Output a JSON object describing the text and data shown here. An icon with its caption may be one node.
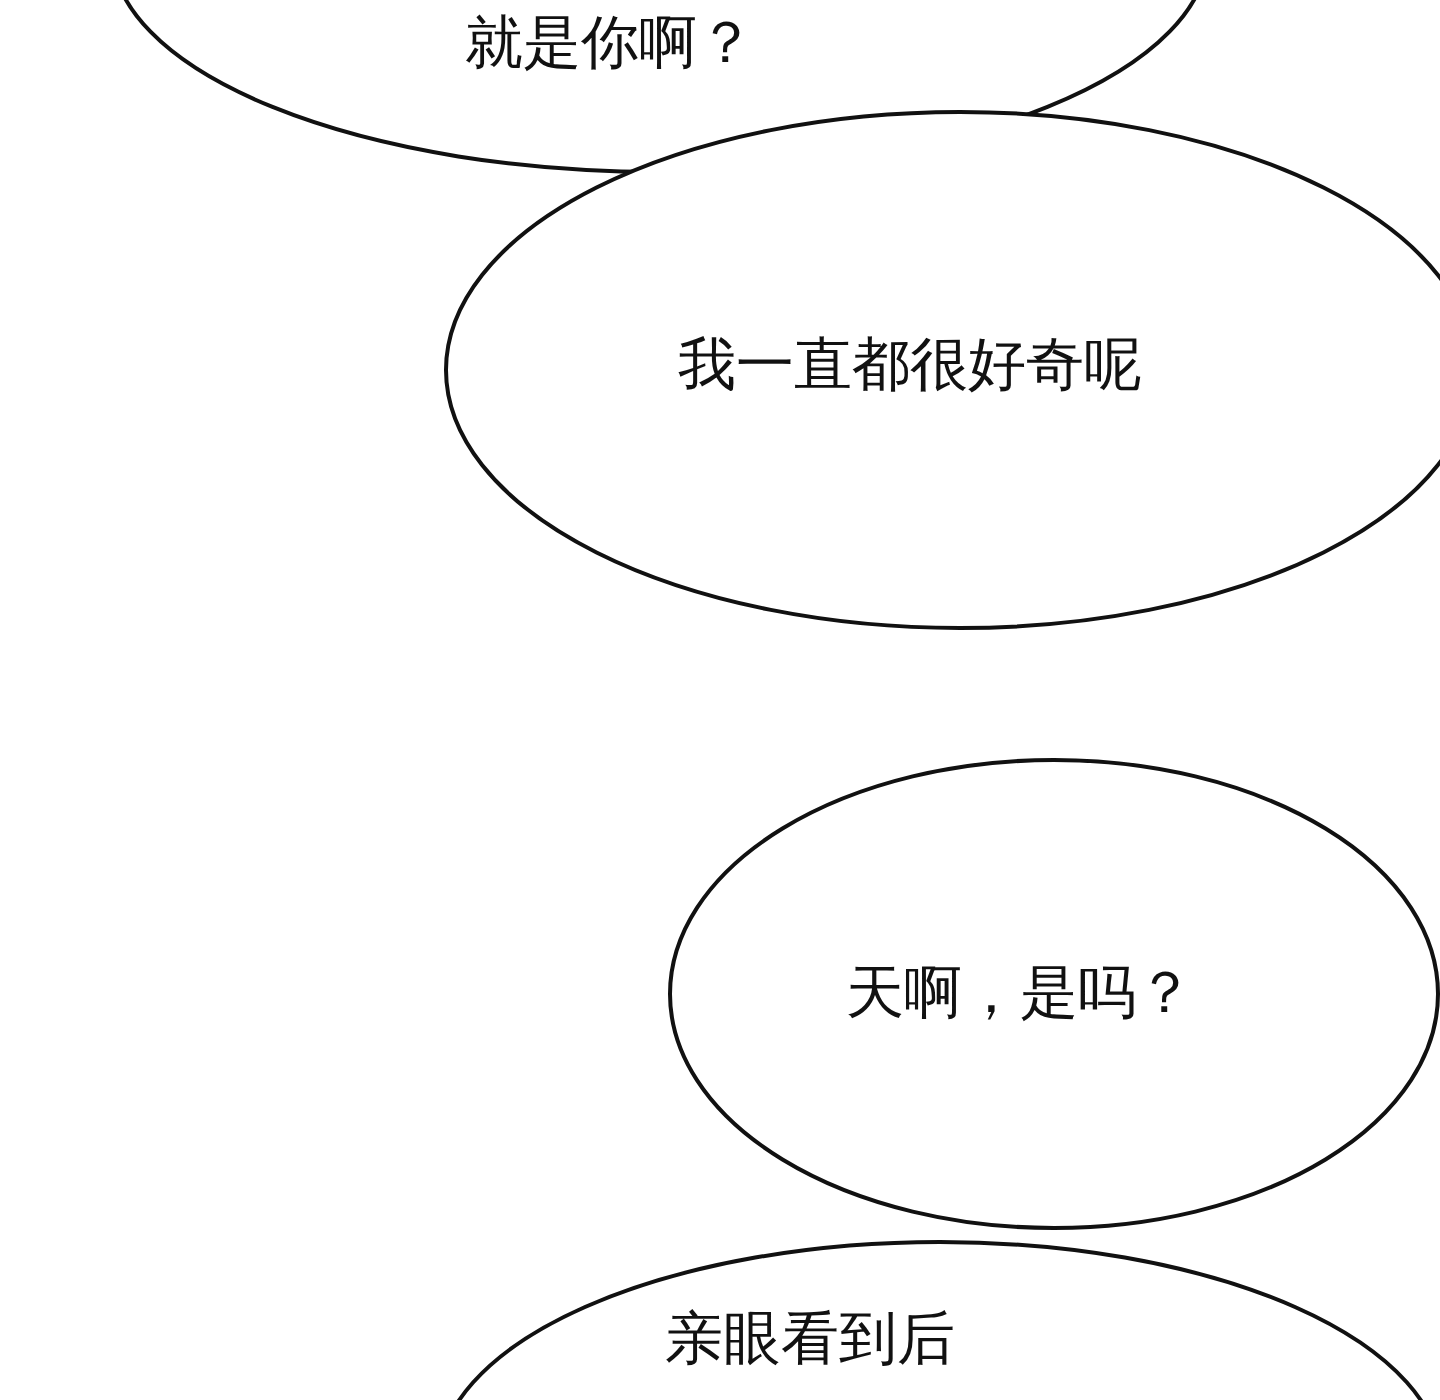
{
  "diagram": {
    "nodes": [
      {
        "text": [
          "就是你啊？"
        ]
      },
      {
        "text": [
          "我一直都很好奇呢"
        ]
      },
      {
        "text": [
          "天啊，是吗？"
        ]
      },
      {
        "text": [
          "亲眼看到后"
        ]
      }
    ]
  }
}
